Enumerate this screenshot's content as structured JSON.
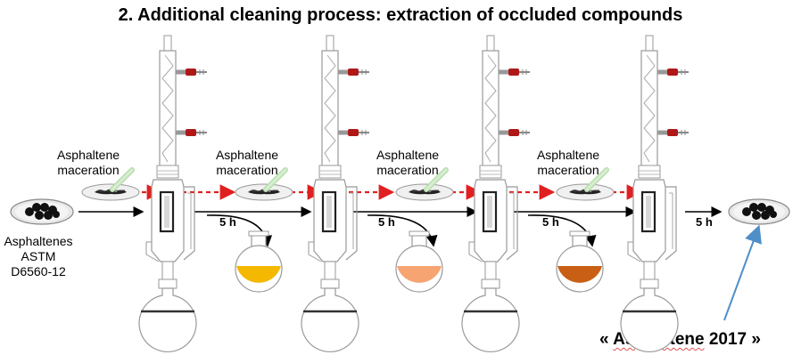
{
  "title": "2. Additional cleaning process: extraction of occluded compounds",
  "source_label": [
    "Asphaltenes",
    "ASTM",
    "D6560-12"
  ],
  "maceration_labels": [
    [
      "Asphaltene",
      "maceration"
    ],
    [
      "Asphaltene",
      "maceration"
    ],
    [
      "Asphaltene",
      "maceration"
    ],
    [
      "Asphaltene",
      "maceration"
    ]
  ],
  "step_durations": [
    "5 h",
    "5 h",
    "5 h",
    "5 h"
  ],
  "final_label": {
    "open": "«",
    "name": "Asphaltene",
    "year": "2017",
    "close": "»"
  },
  "colors": {
    "flask_fill": [
      "#f4b800",
      "#f6a572",
      "#c85f14"
    ],
    "flow_arrow": "#e02020",
    "pointer_arrow": "#4f8fc8",
    "sample": "#111111"
  }
}
